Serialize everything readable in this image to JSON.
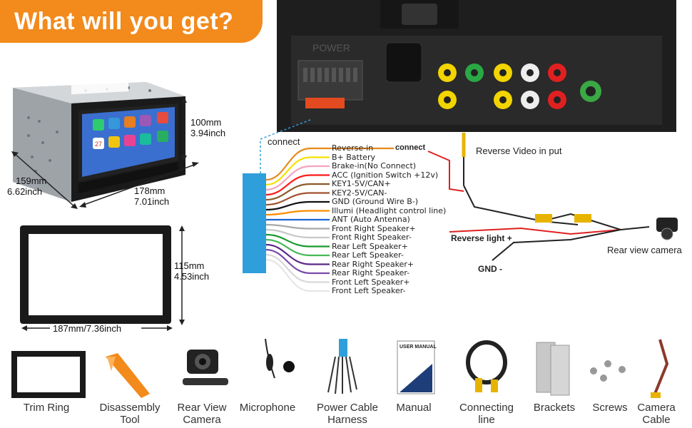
{
  "banner": {
    "title": "What will you get?"
  },
  "dimensions": {
    "height": {
      "mm": "100mm",
      "inch": "3.94inch"
    },
    "depth": {
      "mm": "159mm",
      "inch": "6.62inch"
    },
    "width": {
      "mm": "178mm",
      "inch": "7.01inch"
    },
    "frame_height": {
      "mm": "115mm",
      "inch": "4.53inch"
    },
    "frame_width": "187mm/7.36inch"
  },
  "harness": {
    "connect_left": "connect",
    "connect_top": "connect",
    "video_label": "Reverse Video in put",
    "reverse_light": "Reverse light +",
    "gnd": "GND -",
    "rear_camera": "Rear view camera",
    "back_panel_label": "POWER",
    "wires": [
      {
        "label": "Reverse-in",
        "color": "#e8891a"
      },
      {
        "label": "B+ Battery",
        "color": "#f7e100"
      },
      {
        "label": "Brake-in(No Connect)",
        "color": "#f4a3c0"
      },
      {
        "label": "ACC (Ignition Switch +12v)",
        "color": "#ff1a1a"
      },
      {
        "label": "KEY1-5V/CAN+",
        "color": "#8b5a2b"
      },
      {
        "label": "KEY2-5V/CAN-",
        "color": "#a0522d"
      },
      {
        "label": "GND (Ground Wire B-)",
        "color": "#111111"
      },
      {
        "label": "Illumi (Headlight control line)",
        "color": "#ff8c00"
      },
      {
        "label": "ANT (Auto Antenna)",
        "color": "#1e63d6"
      },
      {
        "label": "Front Right Speaker+",
        "color": "#a8a8a8"
      },
      {
        "label": "Front Right Speaker-",
        "color": "#c8c8c8"
      },
      {
        "label": "Rear Left Speaker+",
        "color": "#1a9a2e"
      },
      {
        "label": "Rear Left Speaker-",
        "color": "#47b857"
      },
      {
        "label": "Rear Right Speaker+",
        "color": "#5b2a86"
      },
      {
        "label": "Rear Right Speaker-",
        "color": "#7a4aa8"
      },
      {
        "label": "Front Left Speaker+",
        "color": "#d8d8d8"
      },
      {
        "label": "Front Left Speaker-",
        "color": "#e6e6e6"
      }
    ]
  },
  "screen": {
    "day": "27"
  },
  "accessories": [
    {
      "label1": "Trim Ring",
      "label2": ""
    },
    {
      "label1": "Disassembly",
      "label2": "Tool"
    },
    {
      "label1": "Rear View",
      "label2": "Camera"
    },
    {
      "label1": "Microphone",
      "label2": ""
    },
    {
      "label1": "Power Cable",
      "label2": "Harness"
    },
    {
      "label1": "Manual",
      "label2": ""
    },
    {
      "label1": "Connecting",
      "label2": "line"
    },
    {
      "label1": "Brackets",
      "label2": ""
    },
    {
      "label1": "Screws",
      "label2": ""
    },
    {
      "label1": "Camera",
      "label2": "Cable"
    }
  ],
  "manual": {
    "title": "USER MANUAL"
  },
  "colors": {
    "accent": "#f28a1c",
    "harness_block": "#2f9fdc"
  }
}
